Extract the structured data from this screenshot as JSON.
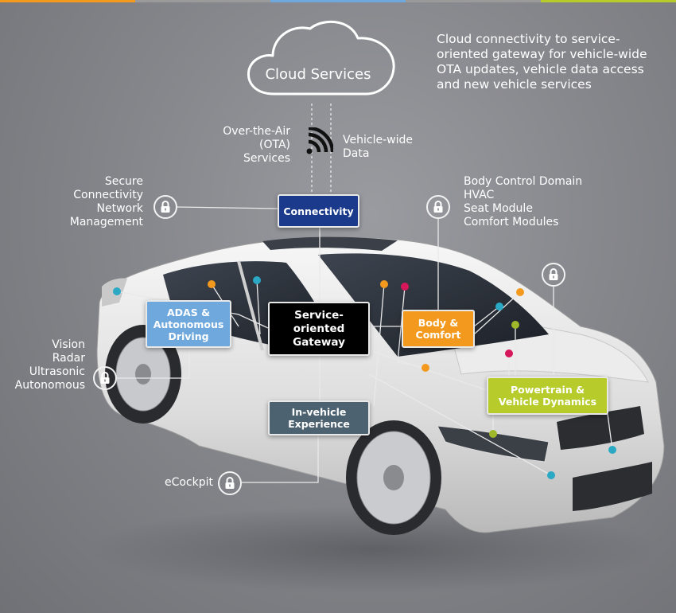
{
  "colors": {
    "connectivity": "#1b3a8c",
    "adas": "#6fa8dc",
    "gateway": "#000000",
    "body_comfort": "#f39a1e",
    "powertrain": "#b7cc2a",
    "invehicle": "#4d6270",
    "dot_cyan": "#2aa8c4",
    "dot_orange": "#f39a1e",
    "dot_magenta": "#d6185a",
    "dot_green": "#9fb82a",
    "topbar": [
      "#f39a1e",
      "#9a9a9a",
      "#6fa8dc",
      "#9a9a9a",
      "#b7cc2a"
    ]
  },
  "cloud": {
    "label": "Cloud Services",
    "icon": "cloud-icon"
  },
  "headline": {
    "lines": [
      "Cloud connectivity to service-",
      "oriented gateway for vehicle-wide",
      "OTA updates, vehicle data access",
      "and new vehicle services"
    ]
  },
  "ota": {
    "lines": [
      "Over-the-Air",
      "(OTA)",
      "Services"
    ]
  },
  "wireless_icon": "wireless-signal-icon",
  "vehicle_data": {
    "lines": [
      "Vehicle-wide",
      "Data"
    ]
  },
  "secure_connectivity": {
    "lines": [
      "Secure",
      "Connectivity",
      "Network",
      "Management"
    ]
  },
  "body_control": {
    "lines": [
      "Body Control Domain",
      "HVAC",
      "Seat Module",
      "Comfort Modules"
    ]
  },
  "adas_labels": {
    "lines": [
      "Vision",
      "Radar",
      "Ultrasonic",
      "Autonomous"
    ]
  },
  "ecockpit": {
    "label": "eCockpit"
  },
  "lock_icon": "lock-icon",
  "boxes": {
    "connectivity": {
      "lines": [
        "Connectivity"
      ]
    },
    "adas": {
      "lines": [
        "ADAS &",
        "Autonomous",
        "Driving"
      ]
    },
    "gateway": {
      "lines": [
        "Service-",
        "oriented",
        "Gateway"
      ]
    },
    "body_comfort": {
      "lines": [
        "Body &",
        "Comfort"
      ]
    },
    "powertrain": {
      "lines": [
        "Powertrain &",
        "Vehicle Dynamics"
      ]
    },
    "invehicle": {
      "lines": [
        "In-vehicle",
        "Experience"
      ]
    }
  }
}
